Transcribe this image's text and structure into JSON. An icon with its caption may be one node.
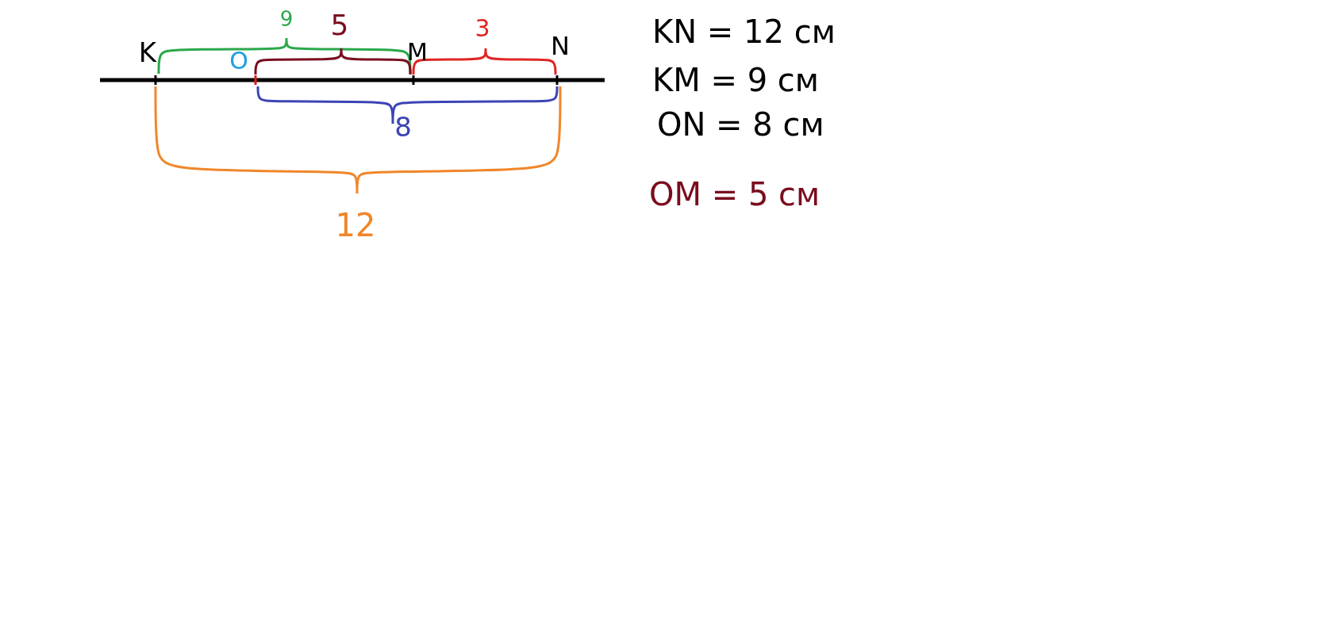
{
  "diagram": {
    "labels": [
      "K",
      "O",
      "9",
      "5",
      "M",
      "3",
      "N",
      "8",
      "12",
      "KN = 12 см",
      "KM = 9 см",
      "ON = 8 см",
      "OM = 5 см"
    ]
  }
}
